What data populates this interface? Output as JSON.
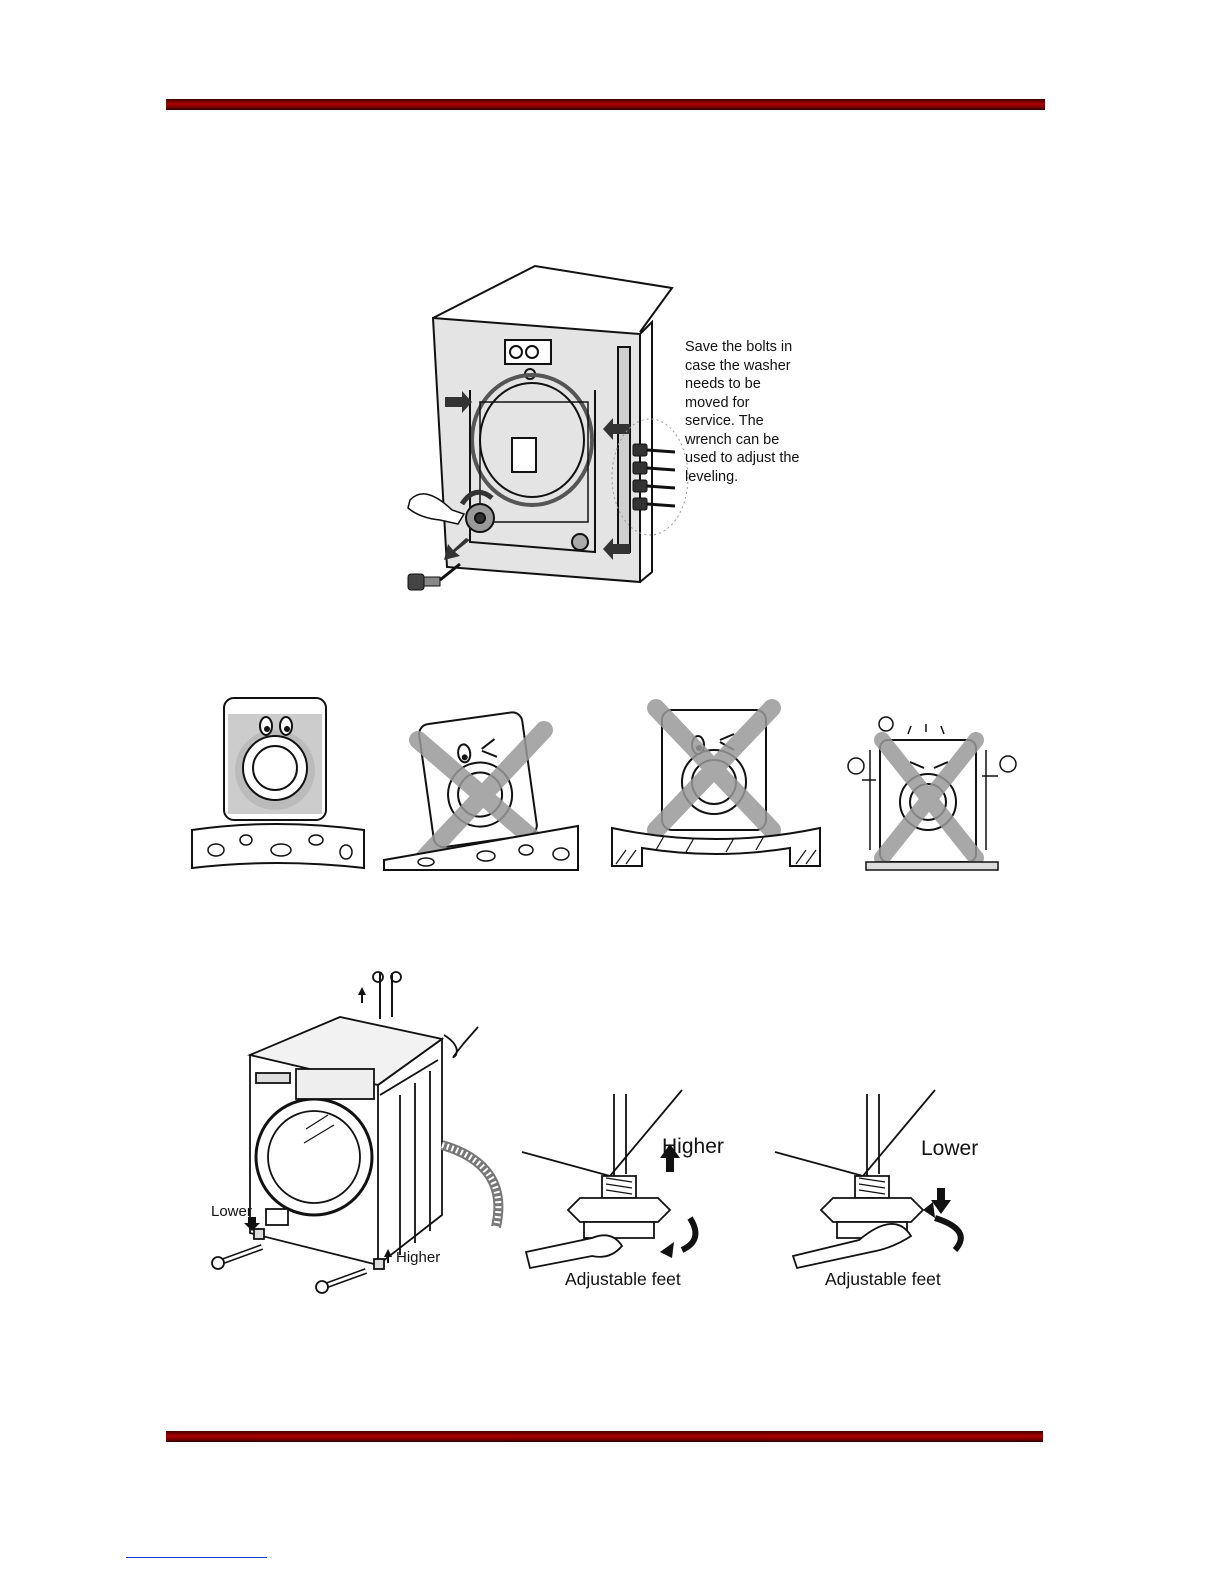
{
  "section1": {
    "note": "Save the bolts in\ncase the washer\nneeds to be\nmoved for\nservice.  The\nwrench can be\nused to adjust the\nleveling."
  },
  "section2": {
    "panels": [
      {
        "name": "level-floor",
        "status": "correct"
      },
      {
        "name": "sloped-floor",
        "status": "incorrect"
      },
      {
        "name": "uneven-floor",
        "status": "incorrect"
      },
      {
        "name": "vibrating-washer",
        "status": "incorrect"
      }
    ]
  },
  "section3": {
    "washer_lower": "Lower",
    "washer_higher": "Higher",
    "foot_left_direction": "Higher",
    "foot_left_caption": "Adjustable feet",
    "foot_right_direction": "Lower",
    "foot_right_caption": "Adjustable feet"
  },
  "colors": {
    "rule": "#9a0000",
    "cross": "#9a9a9a",
    "ink": "#111111"
  }
}
